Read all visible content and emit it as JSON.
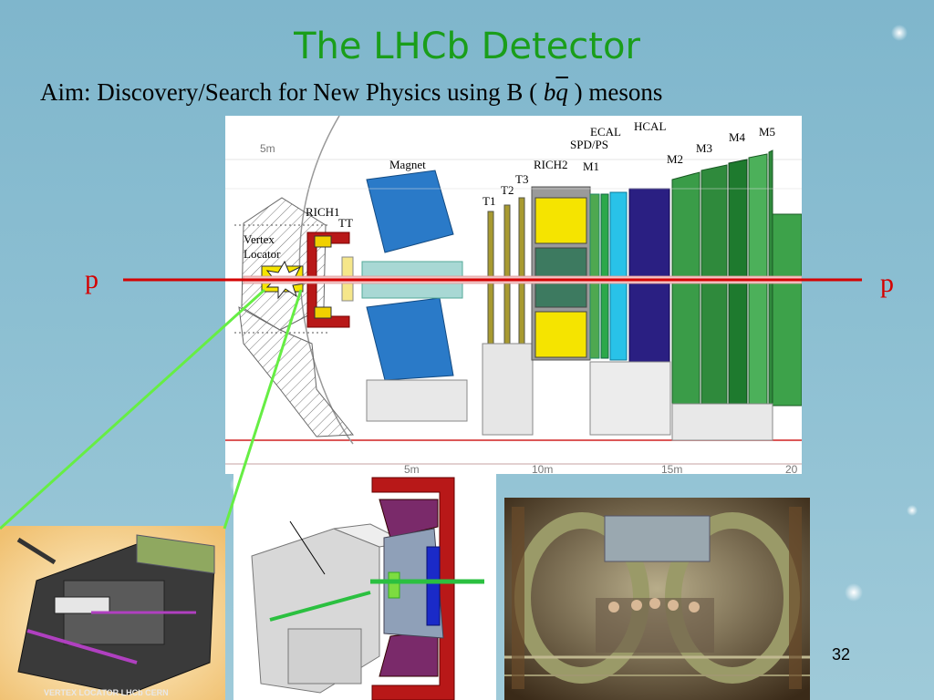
{
  "slide": {
    "title": "The LHCb Detector",
    "aim_prefix": "Aim: Discovery/Search for New Physics using B (",
    "aim_b": "b",
    "aim_q": "q",
    "aim_suffix": ") mesons",
    "beam_left": "p",
    "beam_right": "p",
    "page_number": "32"
  },
  "detector": {
    "scale": {
      "m5": "5m",
      "m5b": "5m",
      "m10": "10m",
      "m15": "15m",
      "m20": "20"
    },
    "labels": {
      "magnet": "Magnet",
      "rich1": "RICH1",
      "tt": "TT",
      "vertex": "Vertex",
      "locator": "Locator",
      "t1": "T1",
      "t2": "T2",
      "t3": "T3",
      "rich2": "RICH2",
      "ecal": "ECAL",
      "spdps": "SPD/PS",
      "m1": "M1",
      "hcal": "HCAL",
      "m2": "M2",
      "m3": "M3",
      "m4": "M4",
      "m5": "M5"
    }
  },
  "velo_photo": {
    "caption": "VERTEX LOCATOR LHCb CERN"
  },
  "colors": {
    "title": "#1a9e1a",
    "beam": "#d40000",
    "pointer": "#66ee44"
  }
}
